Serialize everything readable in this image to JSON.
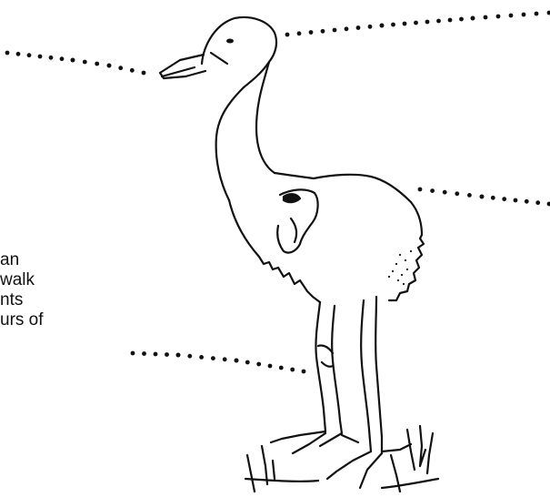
{
  "caption": {
    "lines": [
      "an",
      "walk",
      "nts",
      "urs of"
    ]
  },
  "illustration": {
    "subject": "crane-chick",
    "ink_color": "#111111",
    "paper_color": "#ffffff"
  },
  "leaders": {
    "style": "dotted",
    "count": 4
  }
}
